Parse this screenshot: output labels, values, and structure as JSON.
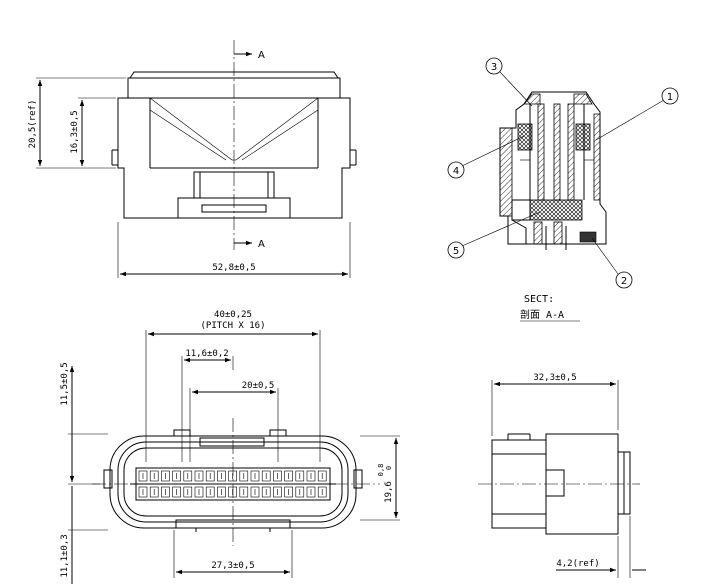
{
  "front_view": {
    "section_label_top": "A",
    "section_label_bottom": "A",
    "dim_height_total": "20,5(ref)",
    "dim_height_body": "16,3±0,5",
    "dim_width": "52,8±0,5"
  },
  "section_view": {
    "callouts": [
      "1",
      "2",
      "3",
      "4",
      "5"
    ],
    "caption_line1": "SECT:",
    "caption_line2": "剖面  A-A"
  },
  "bottom_view": {
    "dim_pitch": "40±0,25",
    "dim_pitch_note": "(PITCH X 16)",
    "dim_inner1": "11,6±0,2",
    "dim_inner2": "20±0,5",
    "dim_bottom": "27,3±0,5",
    "dim_left_top": "11,5±0,5",
    "dim_left_bottom": "11,1±0,3",
    "dim_right_value": "19,6",
    "dim_right_tol_upper": "0,8",
    "dim_right_tol_lower": "0"
  },
  "side_view": {
    "dim_top": "32,3±0,5",
    "dim_bottom": "4,2(ref)"
  }
}
